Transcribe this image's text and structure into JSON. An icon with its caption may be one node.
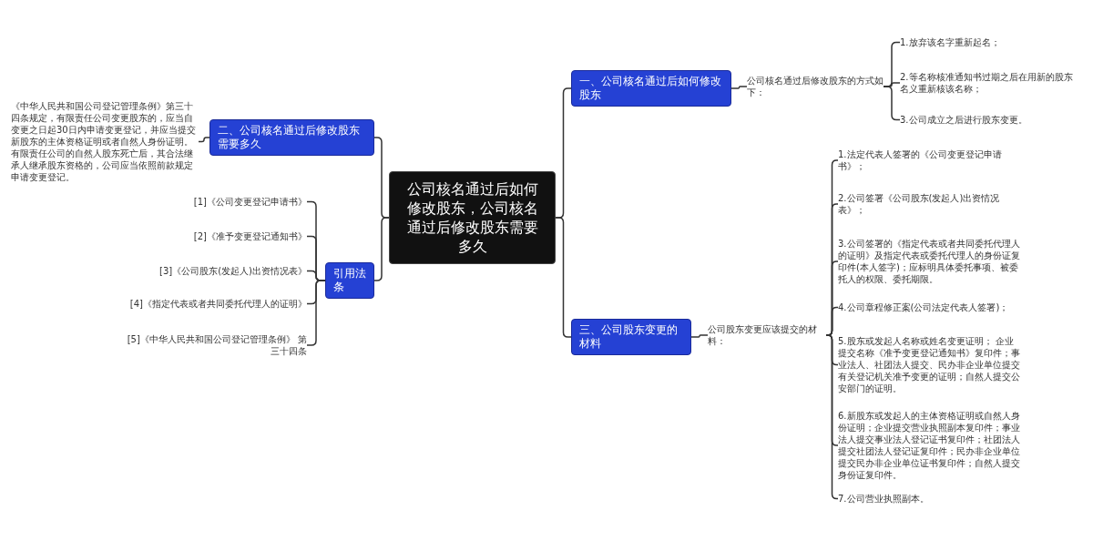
{
  "diagram": {
    "nodes": [
      {
        "text": [
          "公司核名通过后如何修改股东，公司核名通过后修改股东需要多久"
        ]
      },
      {
        "text": [
          "一、公司核名通过后如何修改股东"
        ]
      },
      {
        "text": [
          "公司核名通过后修改股东的方式如下："
        ]
      },
      {
        "text": [
          "1.放弃该名字重新起名；"
        ]
      },
      {
        "text": [
          "2.等名称核准通知书过期之后在用新的股东名义重新核该名称；"
        ]
      },
      {
        "text": [
          "3.公司成立之后进行股东变更。"
        ]
      },
      {
        "text": [
          "二、公司核名通过后修改股东需要多久"
        ]
      },
      {
        "text": [
          "《中华人民共和国公司登记管理条例》第三十四条规定，有限责任公司变更股东的，应当自变更之日起30日内申请变更登记，并应当提交新股东的主体资格证明或者自然人身份证明。有限责任公司的自然人股东死亡后，其合法继承人继承股东资格的，公司应当依照前款规定申请变更登记。"
        ]
      },
      {
        "text": [
          "引用法条"
        ]
      },
      {
        "text": [
          "[1]《公司变更登记申请书》"
        ]
      },
      {
        "text": [
          "[2]《准予变更登记通知书》"
        ]
      },
      {
        "text": [
          "[3]《公司股东(发起人)出资情况表》"
        ]
      },
      {
        "text": [
          "[4]《指定代表或者共同委托代理人的证明》"
        ]
      },
      {
        "text": [
          "[5]《中华人民共和国公司登记管理条例》 第三十四条"
        ]
      },
      {
        "text": [
          "三、公司股东变更的材料"
        ]
      },
      {
        "text": [
          "公司股东变更应该提交的材料："
        ]
      },
      {
        "text": [
          "1.法定代表人签署的《公司变更登记申请书》；"
        ]
      },
      {
        "text": [
          "2.公司签署《公司股东(发起人)出资情况表》；"
        ]
      },
      {
        "text": [
          "3.公司签署的《指定代表或者共同委托代理人的证明》及指定代表或委托代理人的身份证复印件(本人签字)；应标明具体委托事项、被委托人的权限、委托期限。"
        ]
      },
      {
        "text": [
          "4.公司章程修正案(公司法定代表人签署)；"
        ]
      },
      {
        "text": [
          "5.股东或发起人名称或姓名变更证明； 企业提交名称《准予变更登记通知书》复印件；事业法人、社团法人提交、民办非企业单位提交有关登记机关准予变更的证明；自然人提交公安部门的证明。"
        ]
      },
      {
        "text": [
          "6.新股东或发起人的主体资格证明或自然人身份证明；企业提交营业执照副本复印件；事业法人提交事业法人登记证书复印件；社团法人提交社团法人登记证复印件；民办非企业单位提交民办非企业单位证书复印件；自然人提交身份证复印件。"
        ]
      },
      {
        "text": [
          "7.公司营业执照副本。"
        ]
      }
    ],
    "edges": [
      {
        "from": 0,
        "to": 1,
        "arrow": "none"
      },
      {
        "from": 1,
        "to": 2,
        "arrow": "none"
      },
      {
        "from": 2,
        "to": 3,
        "arrow": "none"
      },
      {
        "from": 2,
        "to": 4,
        "arrow": "none"
      },
      {
        "from": 2,
        "to": 5,
        "arrow": "none"
      },
      {
        "from": 0,
        "to": 6,
        "arrow": "none"
      },
      {
        "from": 6,
        "to": 7,
        "arrow": "none"
      },
      {
        "from": 0,
        "to": 8,
        "arrow": "none"
      },
      {
        "from": 8,
        "to": 9,
        "arrow": "none"
      },
      {
        "from": 8,
        "to": 10,
        "arrow": "none"
      },
      {
        "from": 8,
        "to": 11,
        "arrow": "none"
      },
      {
        "from": 8,
        "to": 12,
        "arrow": "none"
      },
      {
        "from": 8,
        "to": 13,
        "arrow": "none"
      },
      {
        "from": 0,
        "to": 14,
        "arrow": "none"
      },
      {
        "from": 14,
        "to": 15,
        "arrow": "none"
      },
      {
        "from": 15,
        "to": 16,
        "arrow": "none"
      },
      {
        "from": 15,
        "to": 17,
        "arrow": "none"
      },
      {
        "from": 15,
        "to": 18,
        "arrow": "none"
      },
      {
        "from": 15,
        "to": 19,
        "arrow": "none"
      },
      {
        "from": 15,
        "to": 20,
        "arrow": "none"
      },
      {
        "from": 15,
        "to": 21,
        "arrow": "none"
      },
      {
        "from": 15,
        "to": 22,
        "arrow": "none"
      }
    ]
  }
}
